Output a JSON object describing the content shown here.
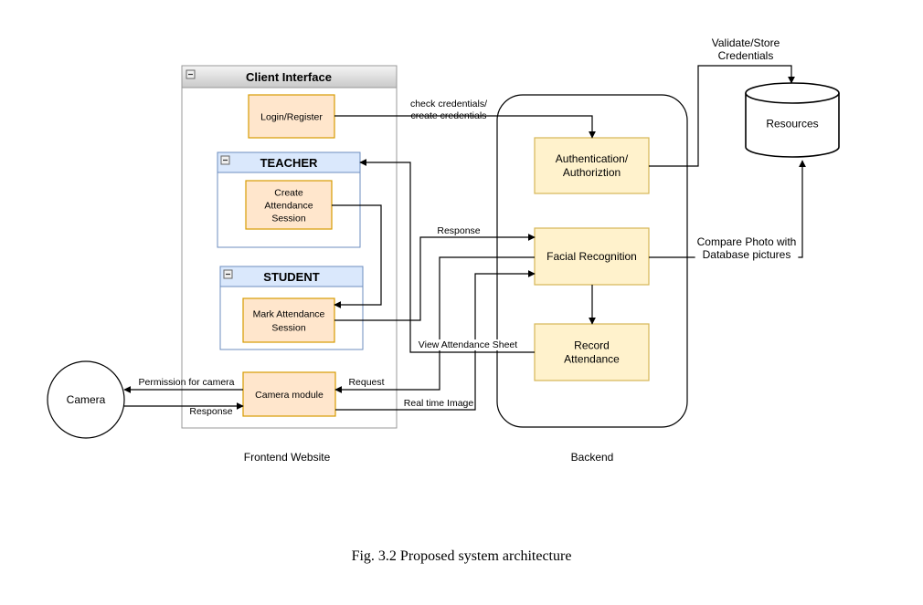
{
  "diagram": {
    "client_interface": {
      "title": "Client Interface"
    },
    "teacher": {
      "title": "TEACHER"
    },
    "student": {
      "title": "STUDENT"
    },
    "nodes": {
      "login": [
        "Login/Register"
      ],
      "create_session": [
        "Create",
        "Attendance",
        "Session"
      ],
      "mark_session": [
        "Mark Attendance",
        "Session"
      ],
      "camera_module": [
        "Camera module"
      ],
      "camera": [
        "Camera"
      ],
      "auth": [
        "Authentication/",
        "Authoriztion"
      ],
      "facial": [
        "Facial Recognition"
      ],
      "record": [
        "Record",
        "Attendance"
      ],
      "resources": [
        "Resources"
      ]
    },
    "edge_labels": {
      "check_credentials": [
        "check credentials/",
        "create credentials"
      ],
      "validate_store": [
        "Validate/Store",
        "Credentials"
      ],
      "response_top": [
        "Response"
      ],
      "compare_photo": [
        "Compare Photo with",
        "Database pictures"
      ],
      "view_attendance": [
        "View Attendance Sheet"
      ],
      "permission_camera": [
        "Permission for camera"
      ],
      "response_camera": [
        "Response"
      ],
      "request": [
        "Request"
      ],
      "real_time_image": [
        "Real time Image"
      ]
    },
    "region_labels": {
      "frontend": "Frontend Website",
      "backend": "Backend"
    },
    "collapse_icon": "minus-icon"
  },
  "caption": "Fig. 3.2 Proposed system architecture",
  "colors": {
    "node_fill": "#FFE6CC",
    "node_stroke": "#D79B00",
    "backend_fill": "#FFF2CC",
    "backend_stroke": "#D6B656",
    "swimlane_fill": "#DAE8FC",
    "swimlane_stroke": "#6C8EBF",
    "container_stroke": "#999999"
  }
}
